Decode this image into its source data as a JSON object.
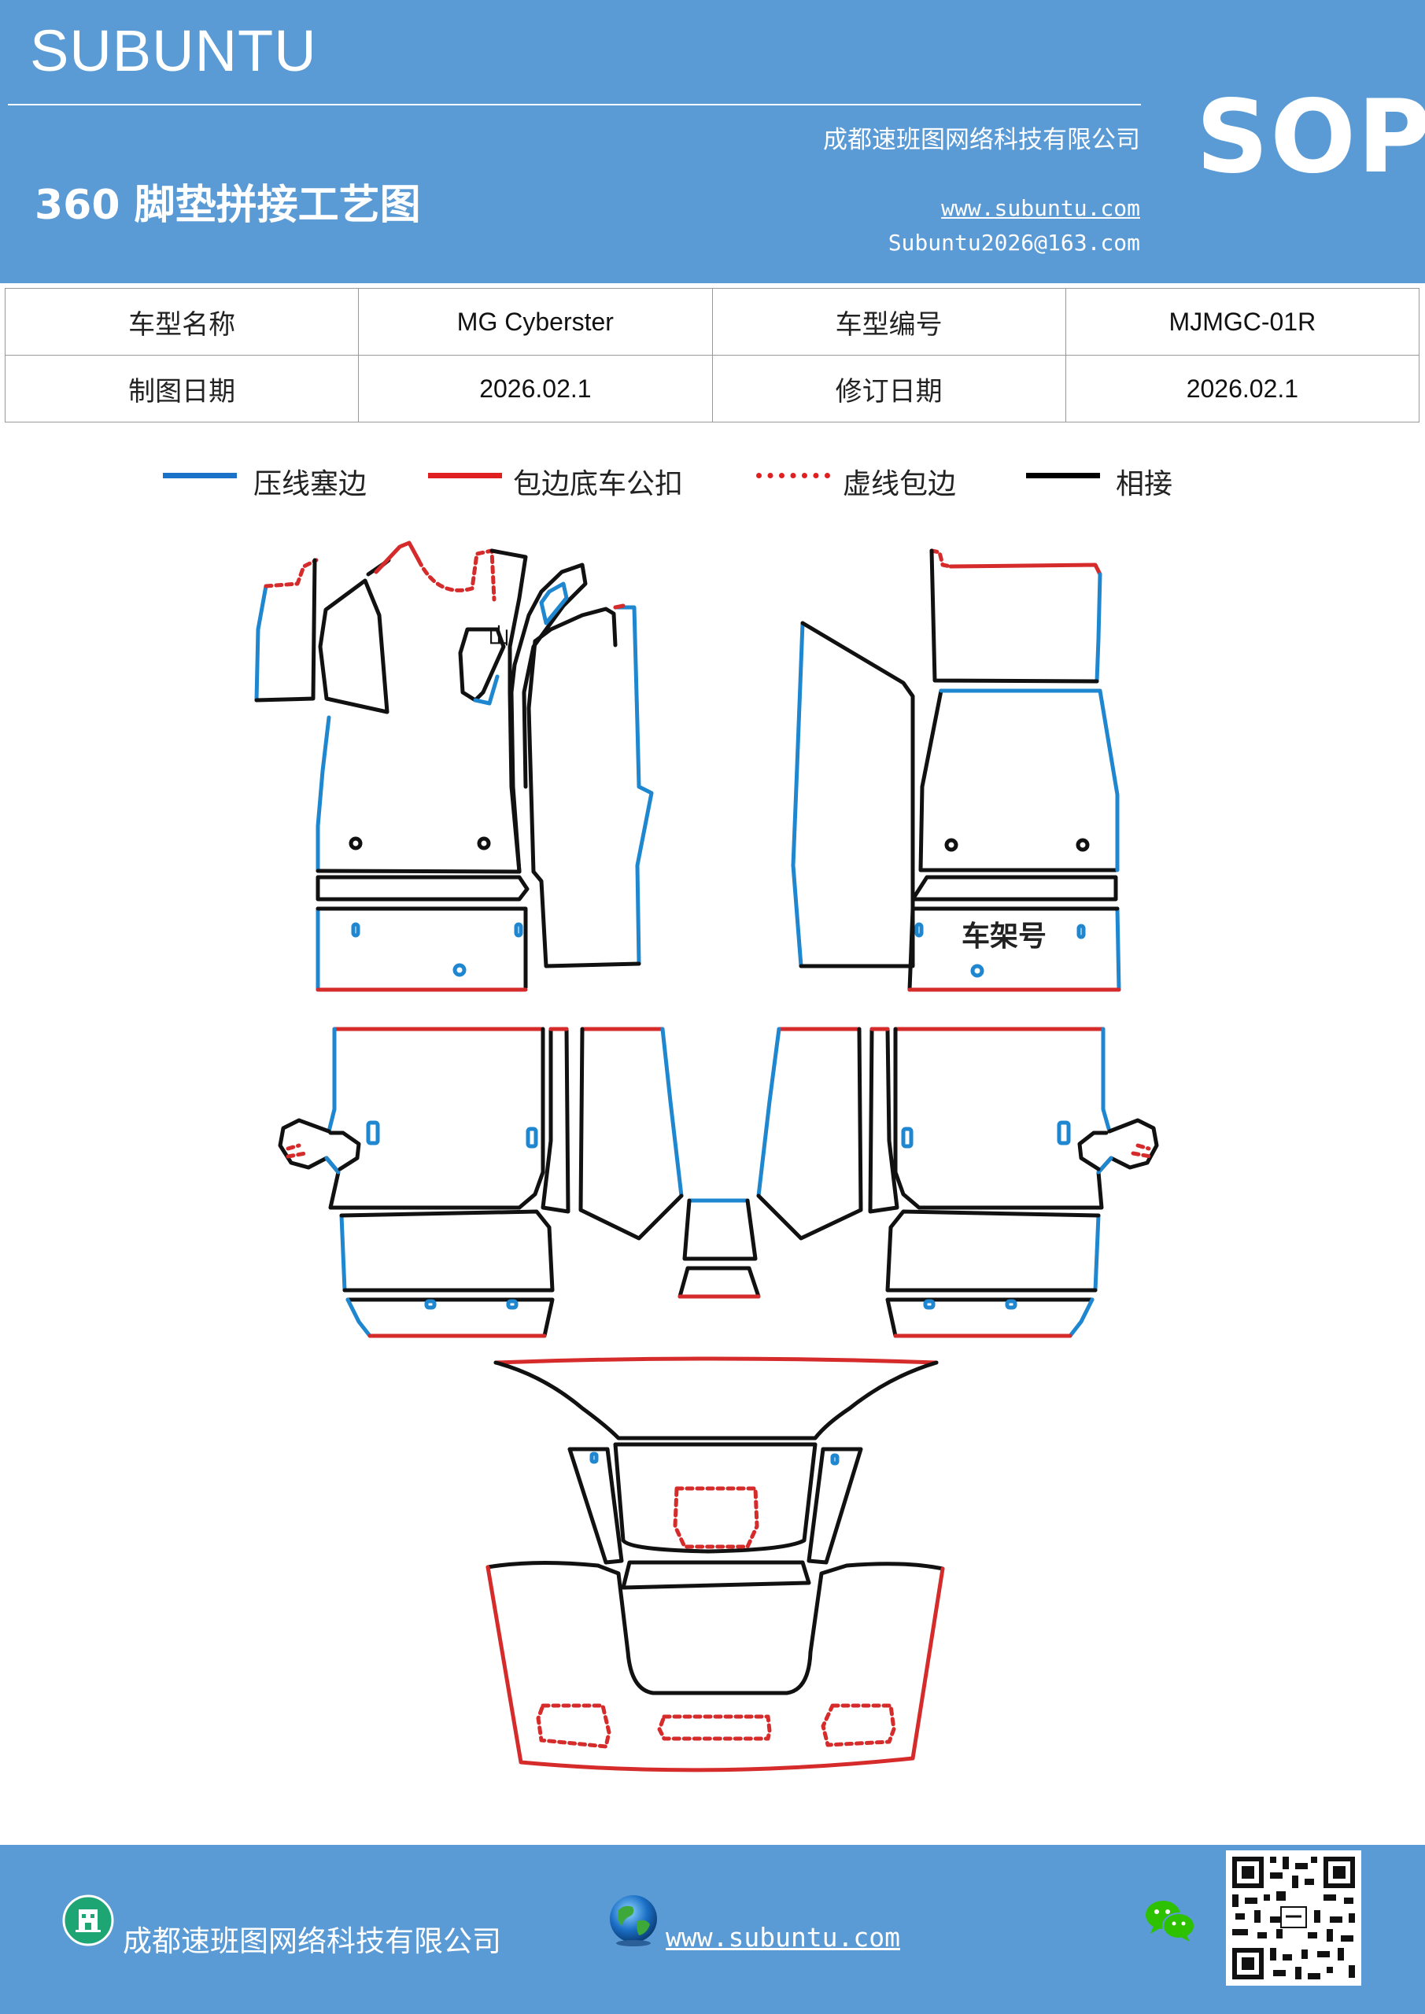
{
  "header": {
    "brand": "SUBUNTU",
    "badge": "SOP",
    "company": "成都速班图网络科技有限公司",
    "title": "360 脚垫拼接工艺图",
    "website": "www.subuntu.com",
    "email": "Subuntu2026@163.com"
  },
  "info_table": {
    "rows": [
      [
        "车型名称",
        "MG  Cyberster",
        "车型编号",
        "MJMGC-01R"
      ],
      [
        "制图日期",
        "2026.02.1",
        "修订日期",
        "2026.02.1"
      ]
    ]
  },
  "legend": [
    {
      "label": "压线塞边",
      "color": "#1a73c8",
      "style": "solid"
    },
    {
      "label": "包边底车公扣",
      "color": "#e02020",
      "style": "solid"
    },
    {
      "label": "虚线包边",
      "color": "#e02020",
      "style": "dotted"
    },
    {
      "label": "相接",
      "color": "#000000",
      "style": "solid"
    }
  ],
  "diagram": {
    "frame_label": "车架号",
    "small_mark": "山"
  },
  "colors": {
    "header_bg": "#5b9bd5",
    "blue_edge": "#1f86d0",
    "red_edge": "#d62b2b",
    "black_edge": "#111111"
  },
  "footer": {
    "company": "成都速班图网络科技有限公司",
    "website": "www.subuntu.com ",
    "icons": [
      "building-icon",
      "globe-icon",
      "wechat-icon",
      "qr-code"
    ]
  }
}
